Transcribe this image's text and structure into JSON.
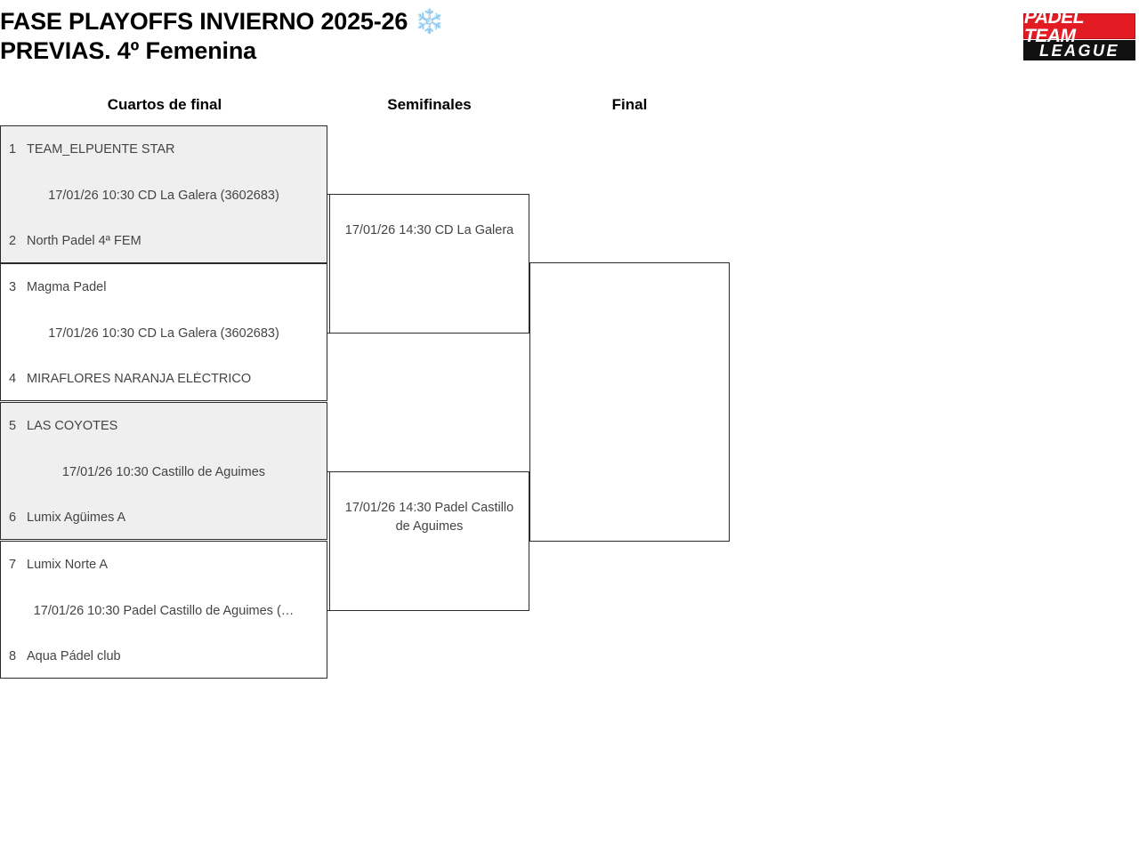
{
  "header": {
    "title": "FASE PLAYOFFS INVIERNO 2025-26 ❄️\nPREVIAS. 4º Femenina",
    "logo": {
      "top_text": "PADEL TEAM",
      "bottom_text": "LEAGUE",
      "red": "#e31b23",
      "black": "#111111"
    }
  },
  "colors": {
    "shaded_row": "#efefef",
    "border": "#2b2b2b",
    "text": "#444444",
    "title": "#000000"
  },
  "rounds": [
    {
      "label": "Cuartos de final"
    },
    {
      "label": "Semifinales"
    },
    {
      "label": "Final"
    }
  ],
  "quarterfinals": [
    {
      "shaded": true,
      "top": {
        "seed": "1",
        "team": "TEAM_ELPUENTE STAR"
      },
      "bottom": {
        "seed": "2",
        "team": "North Padel 4ª FEM"
      },
      "meta": "17/01/26 10:30 CD La Galera (3602683)"
    },
    {
      "shaded": false,
      "top": {
        "seed": "3",
        "team": "Magma Padel"
      },
      "bottom": {
        "seed": "4",
        "team": "MIRAFLORES NARANJA ELÉCTRICO"
      },
      "meta": "17/01/26 10:30 CD La Galera (3602683)"
    },
    {
      "shaded": true,
      "top": {
        "seed": "5",
        "team": "LAS COYOTES"
      },
      "bottom": {
        "seed": "6",
        "team": "Lumix Agüimes A"
      },
      "meta": "17/01/26 10:30 Castillo de Aguimes"
    },
    {
      "shaded": false,
      "top": {
        "seed": "7",
        "team": "Lumix Norte A"
      },
      "bottom": {
        "seed": "8",
        "team": "Aqua Pádel club"
      },
      "meta": "17/01/26 10:30 Padel Castillo de Aguimes (…"
    }
  ],
  "semifinals": [
    {
      "meta": "17/01/26 14:30 CD La Galera"
    },
    {
      "meta": "17/01/26 14:30 Padel Castillo de Aguimes"
    }
  ],
  "final": {
    "meta": ""
  }
}
